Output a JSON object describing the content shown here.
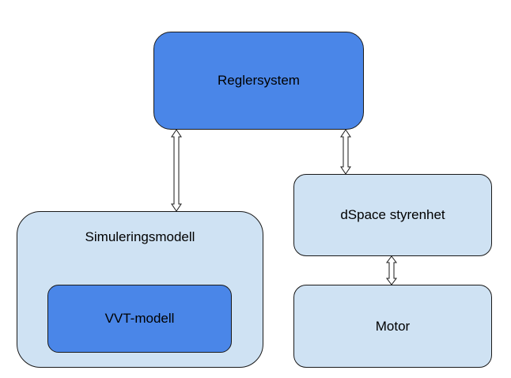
{
  "nodes": {
    "reglersystem": {
      "label": "Reglersystem",
      "fill": "#4a86e8"
    },
    "simuleringsmodell": {
      "label": "Simuleringsmodell",
      "fill": "#cfe2f3"
    },
    "vvt_modell": {
      "label": "VVT-modell",
      "fill": "#4a86e8"
    },
    "dspace": {
      "label": "dSpace styrenhet",
      "fill": "#cfe2f3"
    },
    "motor": {
      "label": "Motor",
      "fill": "#cfe2f3"
    }
  },
  "edges": [
    {
      "from": "reglersystem",
      "to": "simuleringsmodell",
      "style": "double-arrow"
    },
    {
      "from": "reglersystem",
      "to": "dspace",
      "style": "double-arrow"
    },
    {
      "from": "dspace",
      "to": "motor",
      "style": "double-arrow"
    }
  ],
  "colors": {
    "stroke": "#1a1a1a",
    "dark_fill": "#4a86e8",
    "light_fill": "#cfe2f3"
  }
}
